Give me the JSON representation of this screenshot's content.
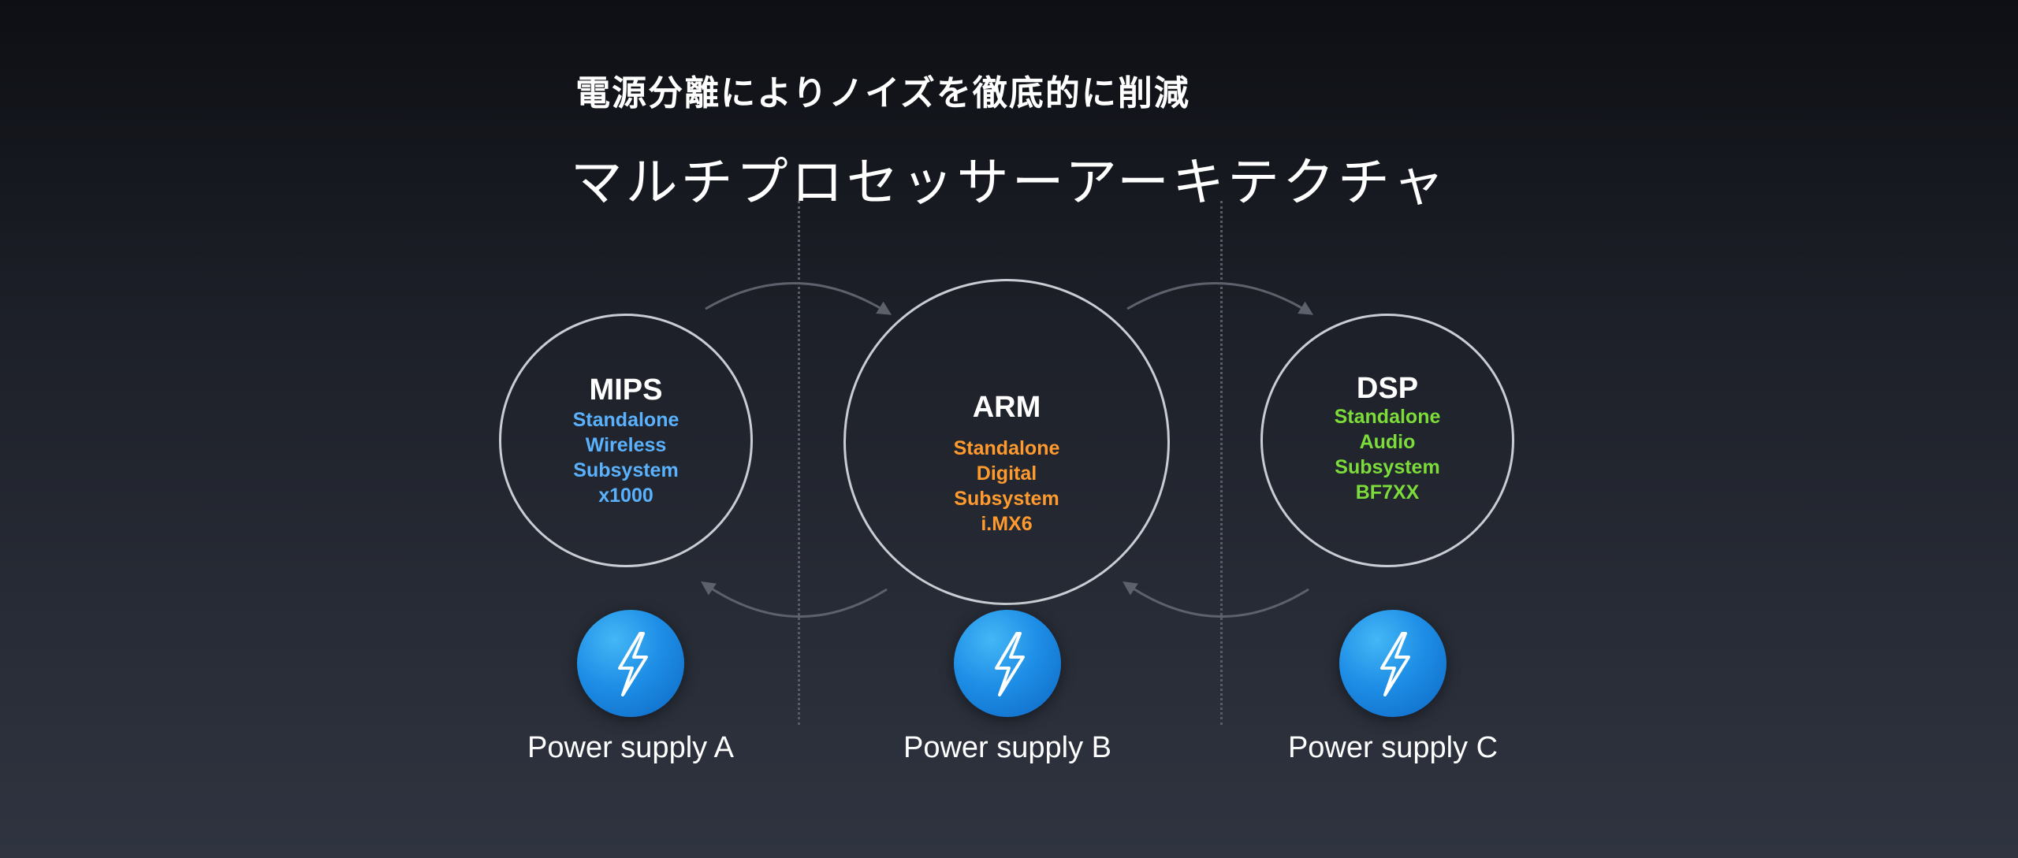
{
  "header": {
    "subtitle": "電源分離によりノイズを徹底的に削減",
    "title": "マルチプロセッサーアーキテクチャ"
  },
  "processors": [
    {
      "name": "MIPS",
      "lines": [
        "Standalone",
        "Wireless",
        "Subsystem",
        "x1000"
      ],
      "color": "#5ab2ff"
    },
    {
      "name": "ARM",
      "lines": [
        "Standalone",
        "Digital",
        "Subsystem",
        "i.MX6"
      ],
      "color": "#ff9a2e"
    },
    {
      "name": "DSP",
      "lines": [
        "Standalone",
        "Audio",
        "Subsystem",
        "BF7XX"
      ],
      "color": "#7bdc3a"
    }
  ],
  "power_supplies": [
    {
      "label": "Power supply A",
      "icon": "lightning-bolt-icon"
    },
    {
      "label": "Power supply B",
      "icon": "lightning-bolt-icon"
    },
    {
      "label": "Power supply C",
      "icon": "lightning-bolt-icon"
    }
  ],
  "colors": {
    "circle_border": "#c9ccd2",
    "power_blue": "#1e8ee6",
    "arrow": "#5c616b"
  }
}
